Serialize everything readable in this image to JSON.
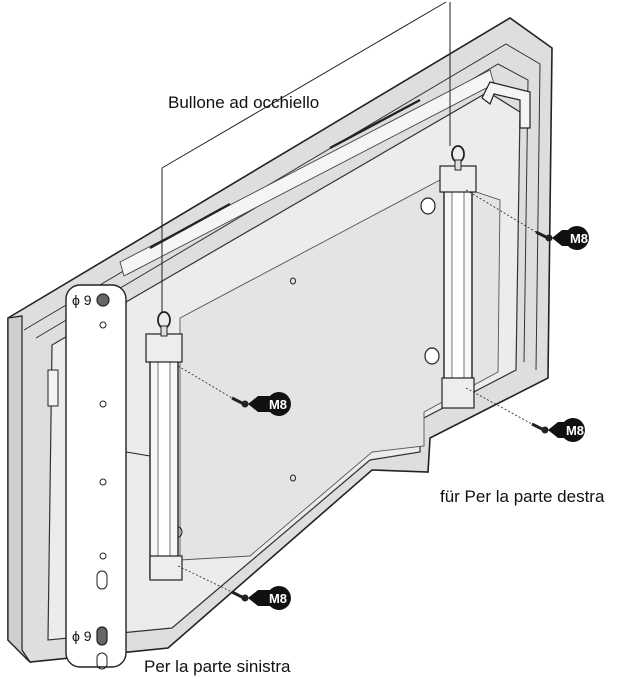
{
  "labels": {
    "eye_bolt": "Bullone ad occhiello",
    "right_side": "für Per la parte destra",
    "left_side": "Per la parte sinistra"
  },
  "screw_tags": [
    "M8",
    "M8",
    "M8",
    "M8"
  ],
  "hole_callouts": [
    "ϕ 9",
    "ϕ 9"
  ],
  "colors": {
    "tag_fill": "#111111",
    "panel_fill": "#e7e7e7",
    "panel_border": "#222222",
    "frame_fill": "#d9d9d9"
  }
}
